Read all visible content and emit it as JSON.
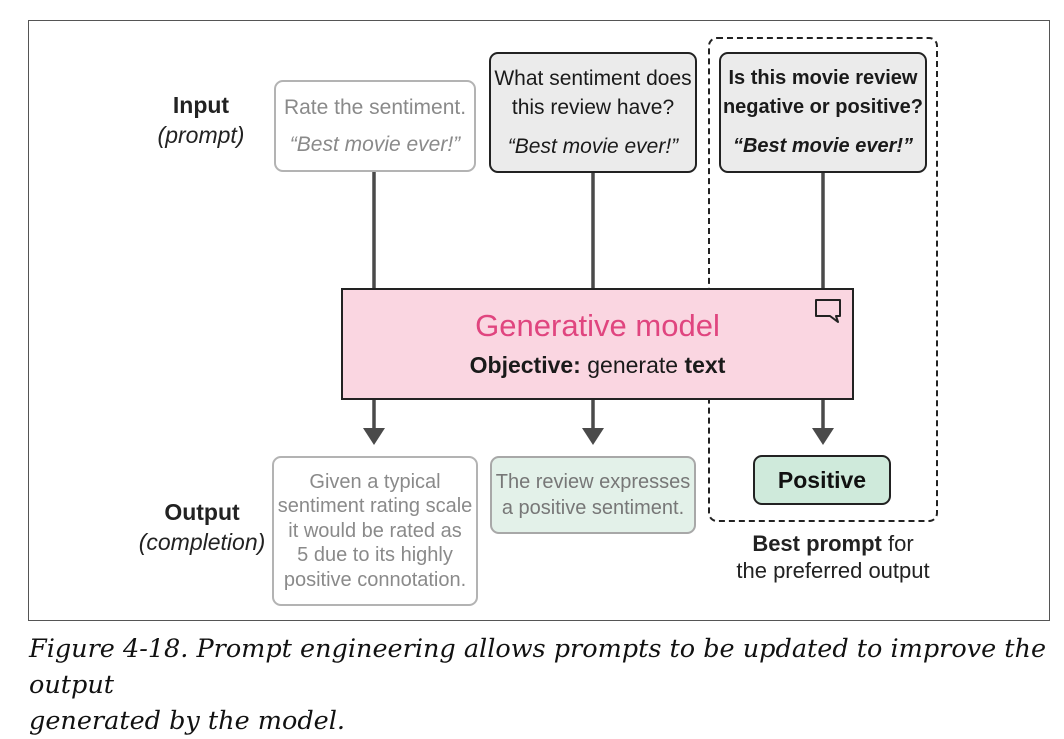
{
  "input_label": {
    "main": "Input",
    "sub": "(prompt)"
  },
  "output_label": {
    "main": "Output",
    "sub": "(completion)"
  },
  "prompts": [
    {
      "lines": [
        "Rate the sentiment."
      ],
      "quote": "“Best movie ever!”"
    },
    {
      "lines": [
        "What sentiment does",
        "this review have?"
      ],
      "quote": "“Best movie ever!”"
    },
    {
      "lines": [
        "Is this movie review",
        "negative or positive?"
      ],
      "quote": "“Best movie ever!”"
    }
  ],
  "model": {
    "title": "Generative model",
    "objective_label": "Objective:",
    "objective_text": "generate",
    "objective_emph": "text",
    "icon": "speech-bubble-icon"
  },
  "outputs": [
    {
      "lines": [
        "Given a typical",
        "sentiment rating scale",
        "it would be rated as",
        "5 due to its highly",
        "positive connotation."
      ]
    },
    {
      "lines": [
        "The review expresses",
        "a positive sentiment."
      ]
    },
    {
      "lines": [
        "Positive"
      ]
    }
  ],
  "best_prompt": {
    "emph": "Best prompt",
    "rest": "for",
    "line2": "the preferred output"
  },
  "caption": {
    "line1": "Figure 4-18. Prompt engineering allows prompts to be updated to improve the output",
    "line2": "generated by the model."
  },
  "colors": {
    "model_fill": "#fad6e1",
    "model_title": "#e0457f",
    "output_fill": "#e3f1e9",
    "best_output_fill": "#cfeadb",
    "prompt_fill": "#ebebeb",
    "arrow": "#4a4a4a"
  }
}
